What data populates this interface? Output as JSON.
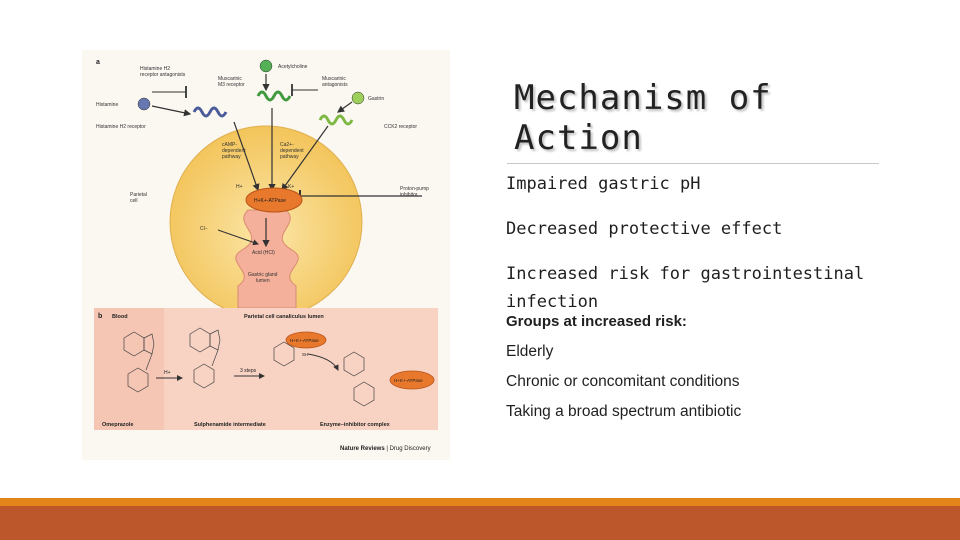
{
  "slide": {
    "title_lines": [
      "Mechanism of",
      "Action"
    ],
    "bullets": [
      "Impaired gastric pH",
      "Decreased protective effect",
      "Increased risk for gastrointestinal infection"
    ],
    "subhead": "Groups at increased risk:",
    "sub_items": [
      "Elderly",
      "Chronic or concomitant conditions",
      "Taking a broad spectrum antibiotic"
    ]
  },
  "figure": {
    "panel_a": {
      "label": "a",
      "histamine_antagonists": [
        "Histamine H2",
        "receptor antagonists"
      ],
      "acetylcholine": "Acetylcholine",
      "muscarinic_receptor": [
        "Muscarinic",
        "M3 receptor"
      ],
      "muscarinic_antagonists": [
        "Muscarinic",
        "antagonists"
      ],
      "histamine": "Histamine",
      "gastrin": "Gastrin",
      "histamine_receptor": "Histamine H2 receptor",
      "cck_receptor": "CCK2 receptor",
      "camp_pathway": [
        "cAMP-",
        "dependent",
        "pathway"
      ],
      "ca_pathway": [
        "Ca2+-",
        "dependent",
        "pathway"
      ],
      "h_plus": "H+",
      "k_plus": "K+",
      "pump": "H+K+-ATPase",
      "parietal_cell": [
        "Parietal",
        "cell"
      ],
      "ppi": [
        "Proton-pump",
        "inhibitor"
      ],
      "cl_minus": "Cl−",
      "acid": "Acid (HCl)",
      "lumen": [
        "Gastric gland",
        "lumen"
      ]
    },
    "panel_b": {
      "label": "b",
      "blood": "Blood",
      "canaliculus": "Parietal cell canaliculus lumen",
      "omeprazole": "Omeprazole",
      "sulphenamide": "Sulphenamide intermediate",
      "complex": "Enzyme–inhibitor complex",
      "steps": "3 steps",
      "h_plus": "H+",
      "pump": "H+K+-ATPase",
      "sh": "SH"
    },
    "credit_journal": "Nature Reviews",
    "credit_section": "| Drug Discovery"
  },
  "colors": {
    "accent_orange": "#e3851a",
    "accent_rust": "#bb572b",
    "cell_fill": "#f5cd6a",
    "panel_b_fill": "#f6c6b4",
    "pump_fill": "#e8782c"
  }
}
